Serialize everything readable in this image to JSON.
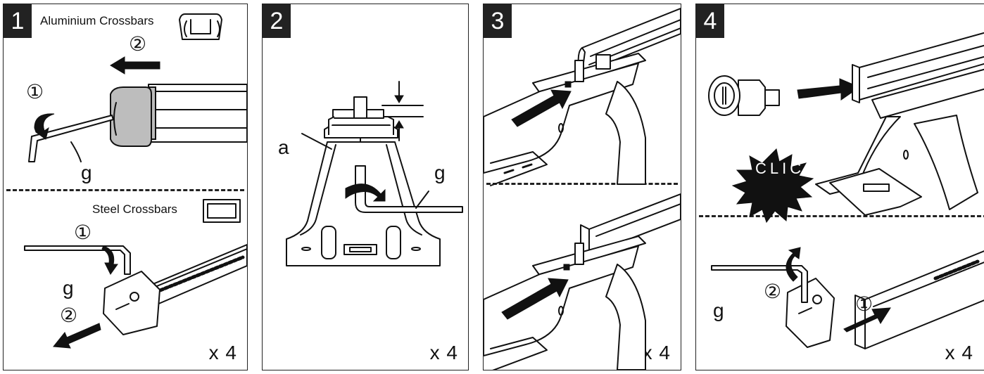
{
  "panels": [
    {
      "step": "1",
      "title_top": "Aluminium Crossbars",
      "title_bottom": "Steel Crossbars",
      "label_g_top": "g",
      "label_g_bottom": "g",
      "circled_1": "①",
      "circled_2": "②",
      "multiplier": "x 4"
    },
    {
      "step": "2",
      "label_a": "a",
      "label_g": "g",
      "multiplier": "x 4"
    },
    {
      "step": "3",
      "multiplier": "x 4"
    },
    {
      "step": "4",
      "clic": "CLIC",
      "label_g": "g",
      "circled_1": "①",
      "circled_2": "②",
      "multiplier": "x 4"
    }
  ]
}
